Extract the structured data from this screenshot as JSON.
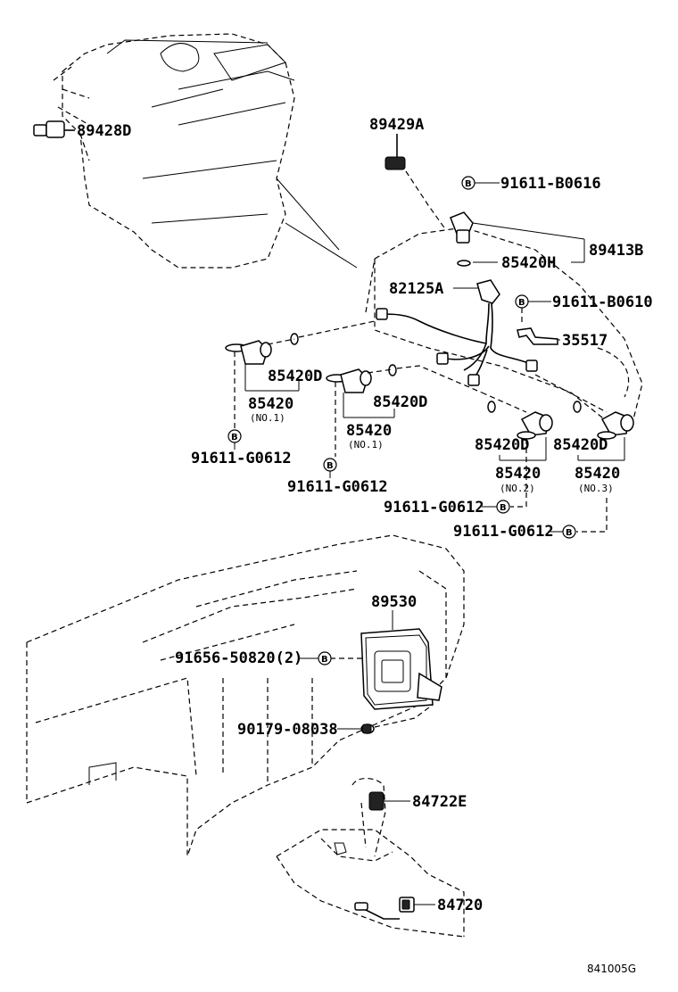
{
  "labels": {
    "p89428D": "89428D",
    "p89429A": "89429A",
    "p91611B0616": "91611-B0616",
    "p89413B": "89413B",
    "p85420H": "85420H",
    "p82125A": "82125A",
    "p91611B0610": "91611-B0610",
    "p35517": "35517",
    "p85420D_a": "85420D",
    "p85420_a": "85420",
    "no1_a": "(NO.1)",
    "p85420D_b": "85420D",
    "p85420_b": "85420",
    "no1_b": "(NO.1)",
    "g0612_a": "91611-G0612",
    "g0612_b": "91611-G0612",
    "p85420D_c": "85420D",
    "p85420_c": "85420",
    "no2": "(NO.2)",
    "p85420D_d": "85420D",
    "p85420_d": "85420",
    "no3": "(NO.3)",
    "g0612_c": "91611-G0612",
    "g0612_d": "91611-G0612",
    "p89530": "89530",
    "p9165650820": "91656-50820(2)",
    "p9017908038": "90179-08038",
    "p84722E": "84722E",
    "p84720": "84720",
    "diagram_id": "841005G"
  },
  "bolt_symbol": "B"
}
